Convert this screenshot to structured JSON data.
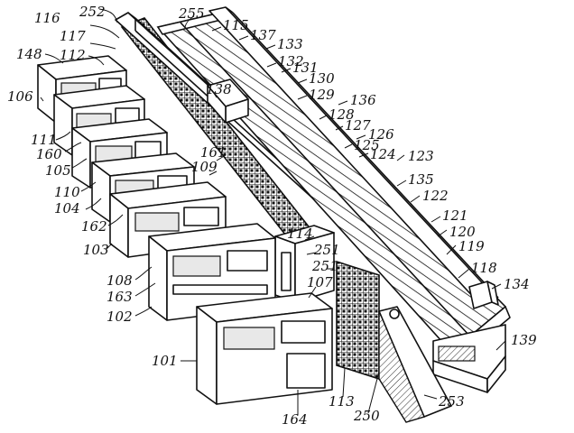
{
  "figure": {
    "labels": {
      "l101": "101",
      "l102": "102",
      "l103": "103",
      "l104": "104",
      "l105": "105",
      "l106": "106",
      "l107": "107",
      "l108": "108",
      "l109": "109",
      "l110": "110",
      "l111": "111",
      "l112": "112",
      "l113": "113",
      "l114": "114",
      "l115": "115",
      "l116": "116",
      "l117": "117",
      "l118": "118",
      "l119": "119",
      "l120": "120",
      "l121": "121",
      "l122": "122",
      "l123": "123",
      "l124": "124",
      "l125": "125",
      "l126": "126",
      "l127": "127",
      "l128": "128",
      "l129": "129",
      "l130": "130",
      "l131": "131",
      "l132": "132",
      "l133": "133",
      "l134": "134",
      "l135": "135",
      "l136": "136",
      "l137": "137",
      "l138": "138",
      "l139": "139",
      "l148": "148",
      "l160": "160",
      "l161": "161",
      "l162": "162",
      "l163": "163",
      "l164": "164",
      "l250": "250",
      "l251a": "251",
      "l251b": "251",
      "l252": "252",
      "l253": "253",
      "l255": "255"
    }
  }
}
